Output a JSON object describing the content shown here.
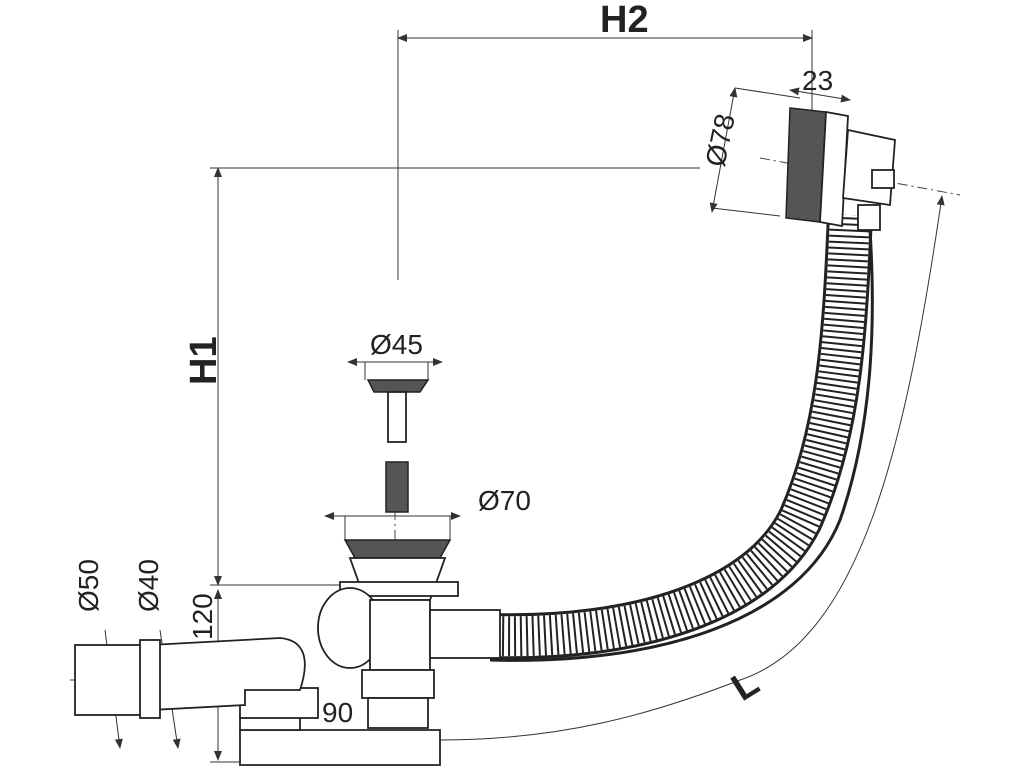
{
  "labels": {
    "h2": "H2",
    "h1": "H1",
    "l": "L",
    "d78": "Ø78",
    "w23": "23",
    "d45": "Ø45",
    "d70": "Ø70",
    "d50": "Ø50",
    "d40": "Ø40",
    "h120": "120",
    "w90": "90"
  }
}
